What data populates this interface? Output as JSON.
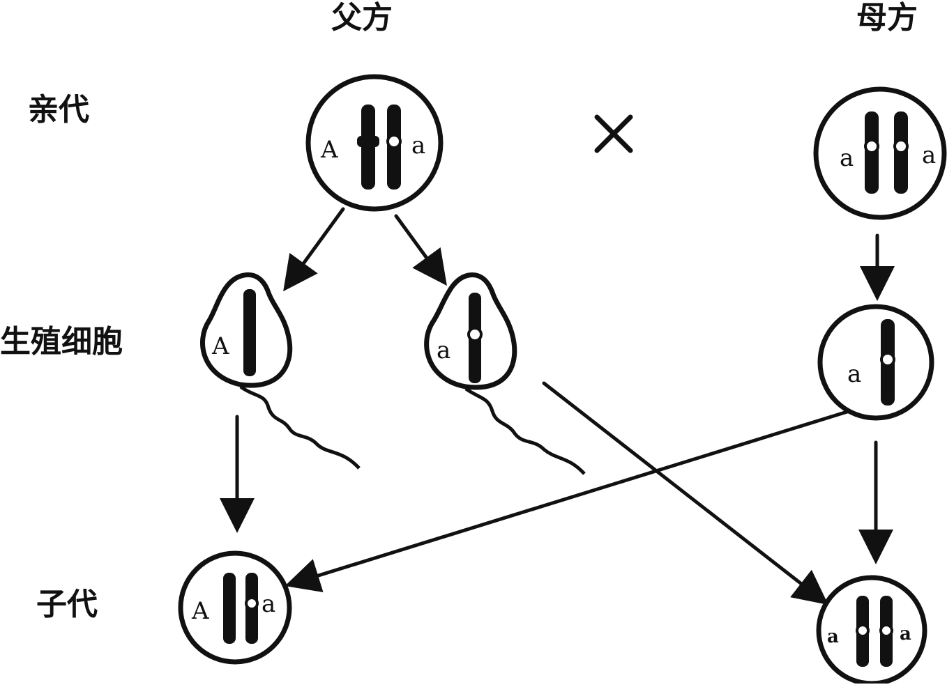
{
  "headers": {
    "father": "父方",
    "mother": "母方"
  },
  "row_labels": {
    "parents": "亲代",
    "gametes": "生殖细胞",
    "offspring": "子代"
  },
  "cross_symbol": "×",
  "cells": {
    "father_parent": {
      "left_gene": "A",
      "right_gene": "a"
    },
    "mother_parent": {
      "left_gene": "a",
      "right_gene": "a"
    },
    "sperm_A": {
      "gene": "A"
    },
    "sperm_a": {
      "gene": "a"
    },
    "egg_a": {
      "gene": "a"
    },
    "offspring_Aa": {
      "left_gene": "A",
      "right_gene": "a"
    },
    "offspring_aa": {
      "left_gene": "a",
      "right_gene": "a"
    }
  }
}
